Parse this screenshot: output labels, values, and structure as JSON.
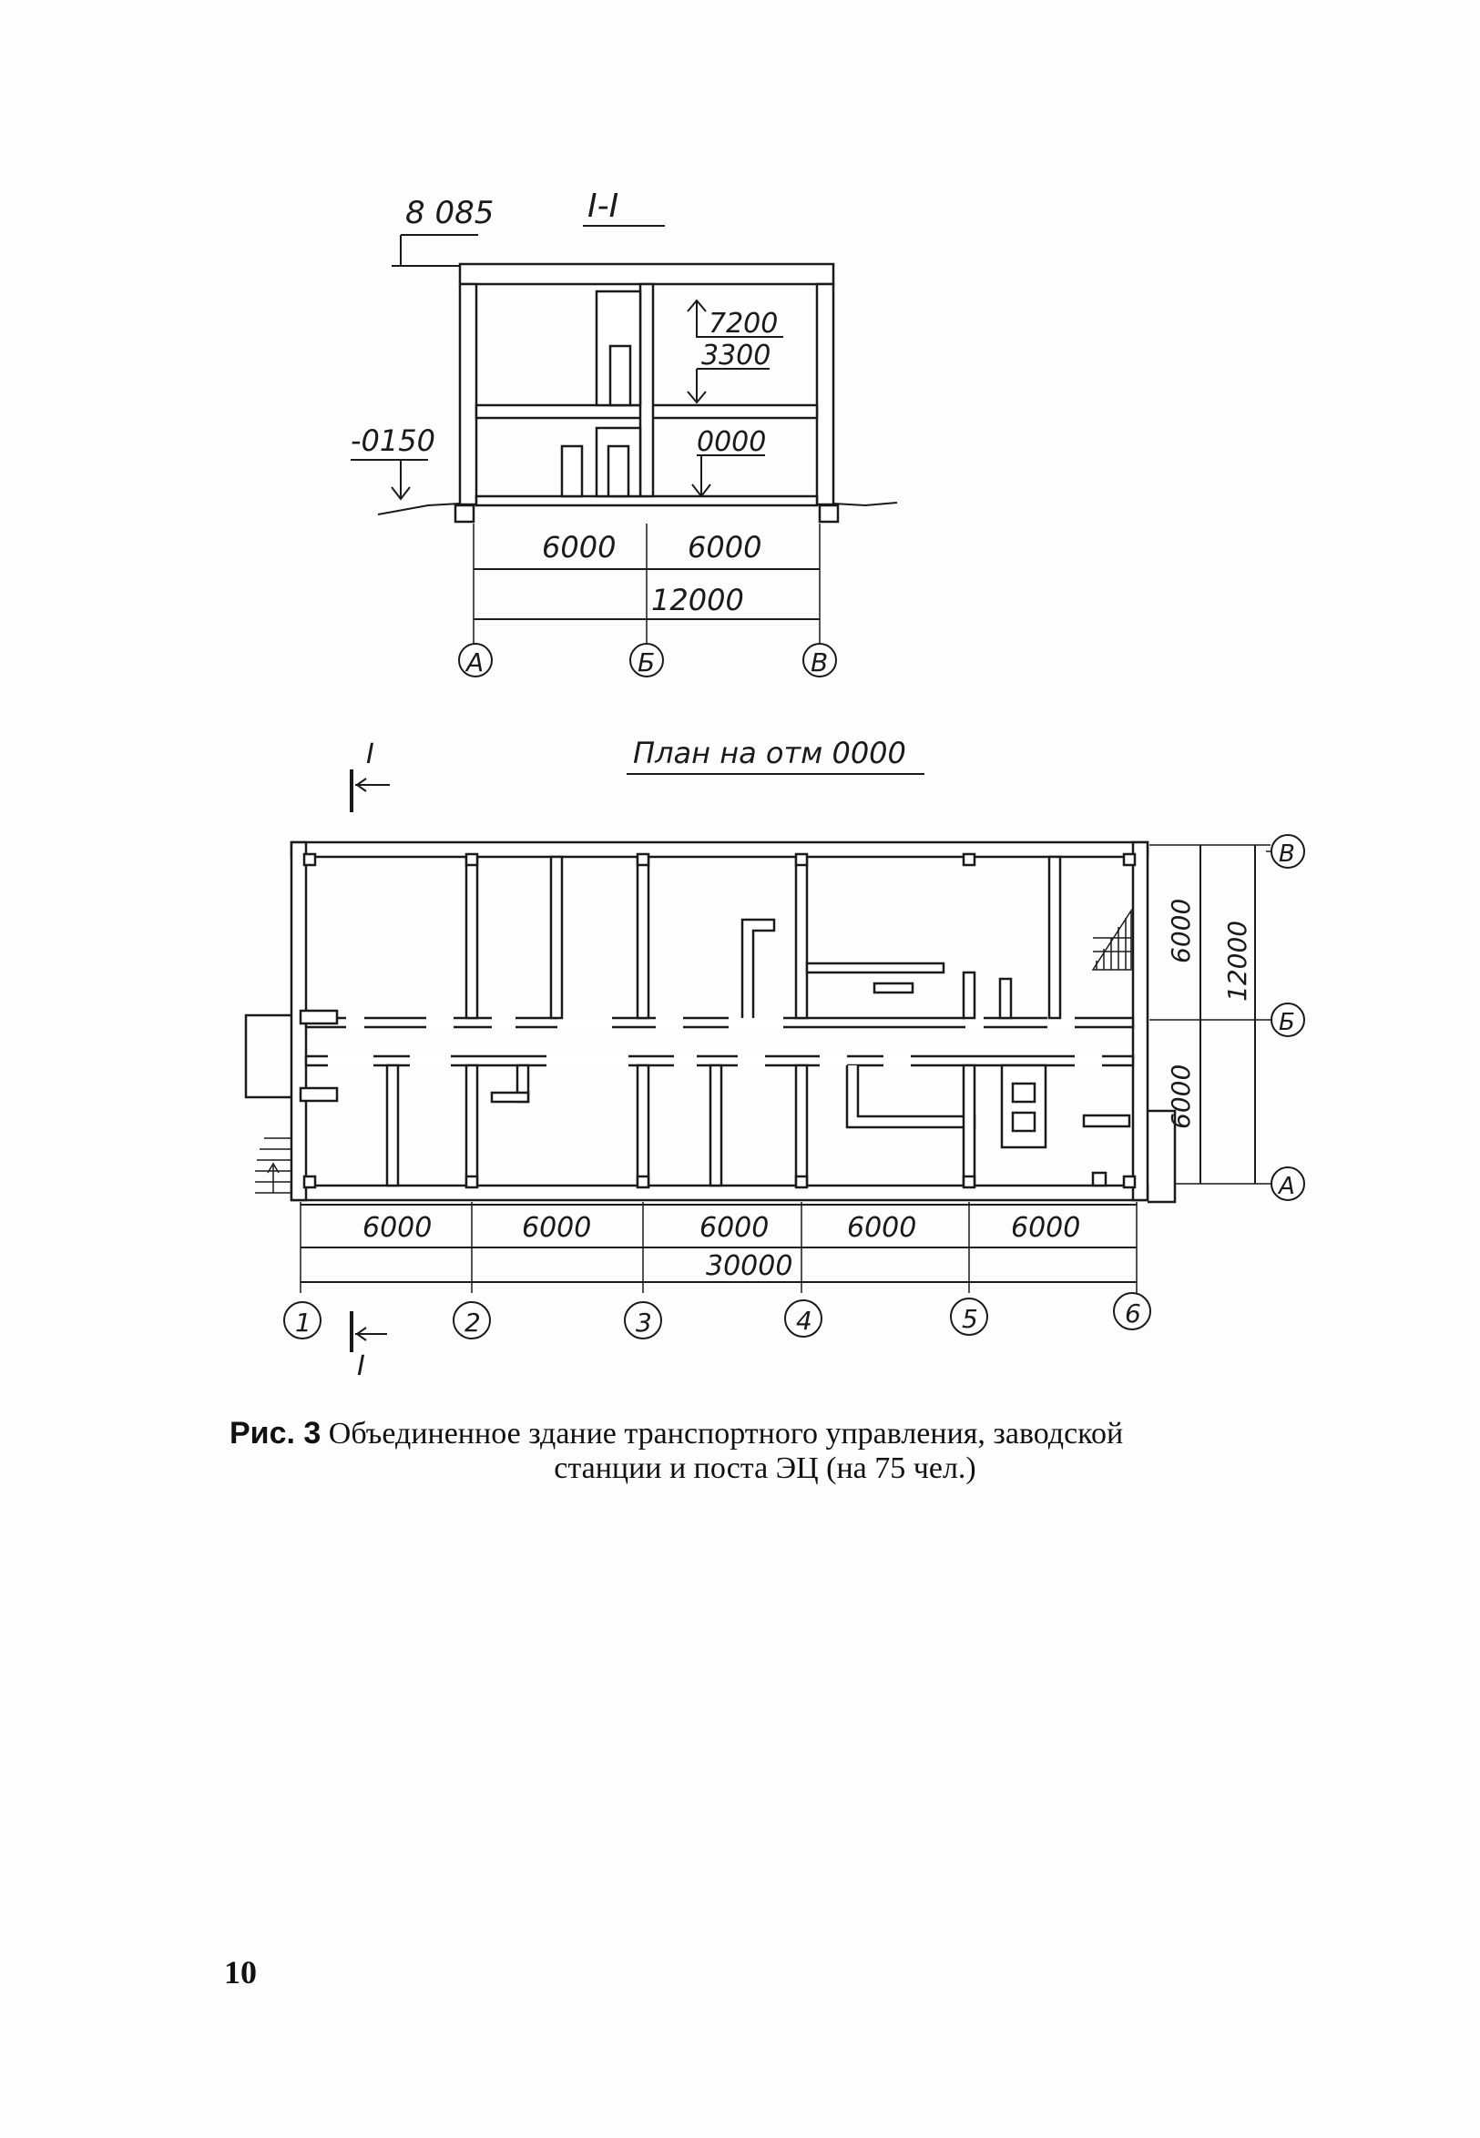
{
  "section": {
    "title": "I-I",
    "level_top": "8 085",
    "level_ground": "-0150",
    "level_floor": "0000",
    "level_ceiling_upper": "7200",
    "level_floor_upper": "3300",
    "spans": [
      "6000",
      "6000"
    ],
    "span_total": "12000",
    "axes": [
      "А",
      "Б",
      "В"
    ]
  },
  "plan": {
    "title": "План на отм 0000",
    "section_mark": "I",
    "spans": [
      "6000",
      "6000",
      "6000",
      "6000",
      "6000"
    ],
    "span_total": "30000",
    "axes_numbers": [
      "1",
      "2",
      "3",
      "4",
      "5",
      "6"
    ],
    "axes_letters": [
      "В",
      "Б",
      "А"
    ],
    "side_spans": [
      "6000",
      "6000"
    ],
    "side_total": "12000"
  },
  "caption": {
    "label": "Рис. 3",
    "line1": "Объединенное здание транспортного управления, заводской",
    "line2": "станции и поста ЭЦ (на 75 чел.)"
  },
  "page_number": "10"
}
